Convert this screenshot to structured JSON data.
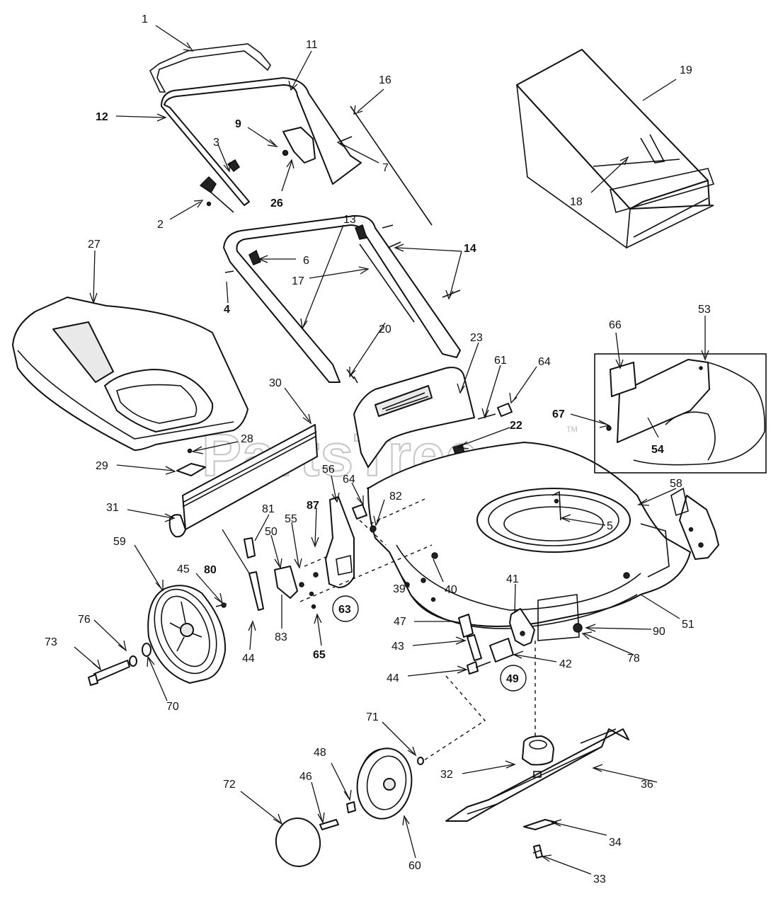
{
  "watermark": {
    "text": "PartsTree",
    "mark": "TM"
  },
  "labels": [
    {
      "key": "p1",
      "text": "1",
      "bold": false
    },
    {
      "key": "p11",
      "text": "11",
      "bold": false
    },
    {
      "key": "p16",
      "text": "16",
      "bold": false
    },
    {
      "key": "p19",
      "text": "19",
      "bold": false
    },
    {
      "key": "p12",
      "text": "12",
      "bold": true
    },
    {
      "key": "p9",
      "text": "9",
      "bold": true
    },
    {
      "key": "p3",
      "text": "3",
      "bold": false
    },
    {
      "key": "p7",
      "text": "7",
      "bold": false
    },
    {
      "key": "p26",
      "text": "26",
      "bold": true
    },
    {
      "key": "p18",
      "text": "18",
      "bold": false
    },
    {
      "key": "p2",
      "text": "2",
      "bold": false
    },
    {
      "key": "p27",
      "text": "27",
      "bold": false
    },
    {
      "key": "p14",
      "text": "14",
      "bold": true
    },
    {
      "key": "p6",
      "text": "6",
      "bold": false
    },
    {
      "key": "p17",
      "text": "17",
      "bold": false
    },
    {
      "key": "p13",
      "text": "13",
      "bold": false
    },
    {
      "key": "p4",
      "text": "4",
      "bold": true
    },
    {
      "key": "p20",
      "text": "20",
      "bold": false
    },
    {
      "key": "p23",
      "text": "23",
      "bold": false
    },
    {
      "key": "p53",
      "text": "53",
      "bold": false
    },
    {
      "key": "p66",
      "text": "66",
      "bold": false
    },
    {
      "key": "p30",
      "text": "30",
      "bold": false
    },
    {
      "key": "p61",
      "text": "61",
      "bold": false
    },
    {
      "key": "p64a",
      "text": "64",
      "bold": false
    },
    {
      "key": "p67",
      "text": "67",
      "bold": true
    },
    {
      "key": "p22",
      "text": "22",
      "bold": true
    },
    {
      "key": "p54",
      "text": "54",
      "bold": true
    },
    {
      "key": "p28",
      "text": "28",
      "bold": false
    },
    {
      "key": "p29",
      "text": "29",
      "bold": false
    },
    {
      "key": "p56",
      "text": "56",
      "bold": false
    },
    {
      "key": "p64b",
      "text": "64",
      "bold": false
    },
    {
      "key": "p58",
      "text": "58",
      "bold": false
    },
    {
      "key": "p87",
      "text": "87",
      "bold": true
    },
    {
      "key": "p82",
      "text": "82",
      "bold": false
    },
    {
      "key": "p31",
      "text": "31",
      "bold": false
    },
    {
      "key": "p81",
      "text": "81",
      "bold": false
    },
    {
      "key": "p55",
      "text": "55",
      "bold": false
    },
    {
      "key": "p50",
      "text": "50",
      "bold": false
    },
    {
      "key": "p5",
      "text": "5",
      "bold": false
    },
    {
      "key": "p59",
      "text": "59",
      "bold": false
    },
    {
      "key": "p80",
      "text": "80",
      "bold": true
    },
    {
      "key": "p45",
      "text": "45",
      "bold": false
    },
    {
      "key": "p39",
      "text": "39",
      "bold": false
    },
    {
      "key": "p40",
      "text": "40",
      "bold": false
    },
    {
      "key": "p41",
      "text": "41",
      "bold": false
    },
    {
      "key": "p63",
      "text": "63",
      "bold": true
    },
    {
      "key": "p51",
      "text": "51",
      "bold": false
    },
    {
      "key": "p90",
      "text": "90",
      "bold": false
    },
    {
      "key": "p47",
      "text": "47",
      "bold": false
    },
    {
      "key": "p76",
      "text": "76",
      "bold": false
    },
    {
      "key": "p83",
      "text": "83",
      "bold": false
    },
    {
      "key": "p78",
      "text": "78",
      "bold": false
    },
    {
      "key": "p73",
      "text": "73",
      "bold": false
    },
    {
      "key": "p43",
      "text": "43",
      "bold": false
    },
    {
      "key": "p44a",
      "text": "44",
      "bold": false
    },
    {
      "key": "p65",
      "text": "65",
      "bold": true
    },
    {
      "key": "p42",
      "text": "42",
      "bold": false
    },
    {
      "key": "p44b",
      "text": "44",
      "bold": false
    },
    {
      "key": "p49",
      "text": "49",
      "bold": true
    },
    {
      "key": "p70",
      "text": "70",
      "bold": false
    },
    {
      "key": "p71",
      "text": "71",
      "bold": false
    },
    {
      "key": "p32",
      "text": "32",
      "bold": false
    },
    {
      "key": "p36",
      "text": "36",
      "bold": false
    },
    {
      "key": "p72",
      "text": "72",
      "bold": false
    },
    {
      "key": "p46",
      "text": "46",
      "bold": false
    },
    {
      "key": "p48",
      "text": "48",
      "bold": false
    },
    {
      "key": "p34",
      "text": "34",
      "bold": false
    },
    {
      "key": "p60",
      "text": "60",
      "bold": false
    },
    {
      "key": "p33",
      "text": "33",
      "bold": false
    }
  ]
}
